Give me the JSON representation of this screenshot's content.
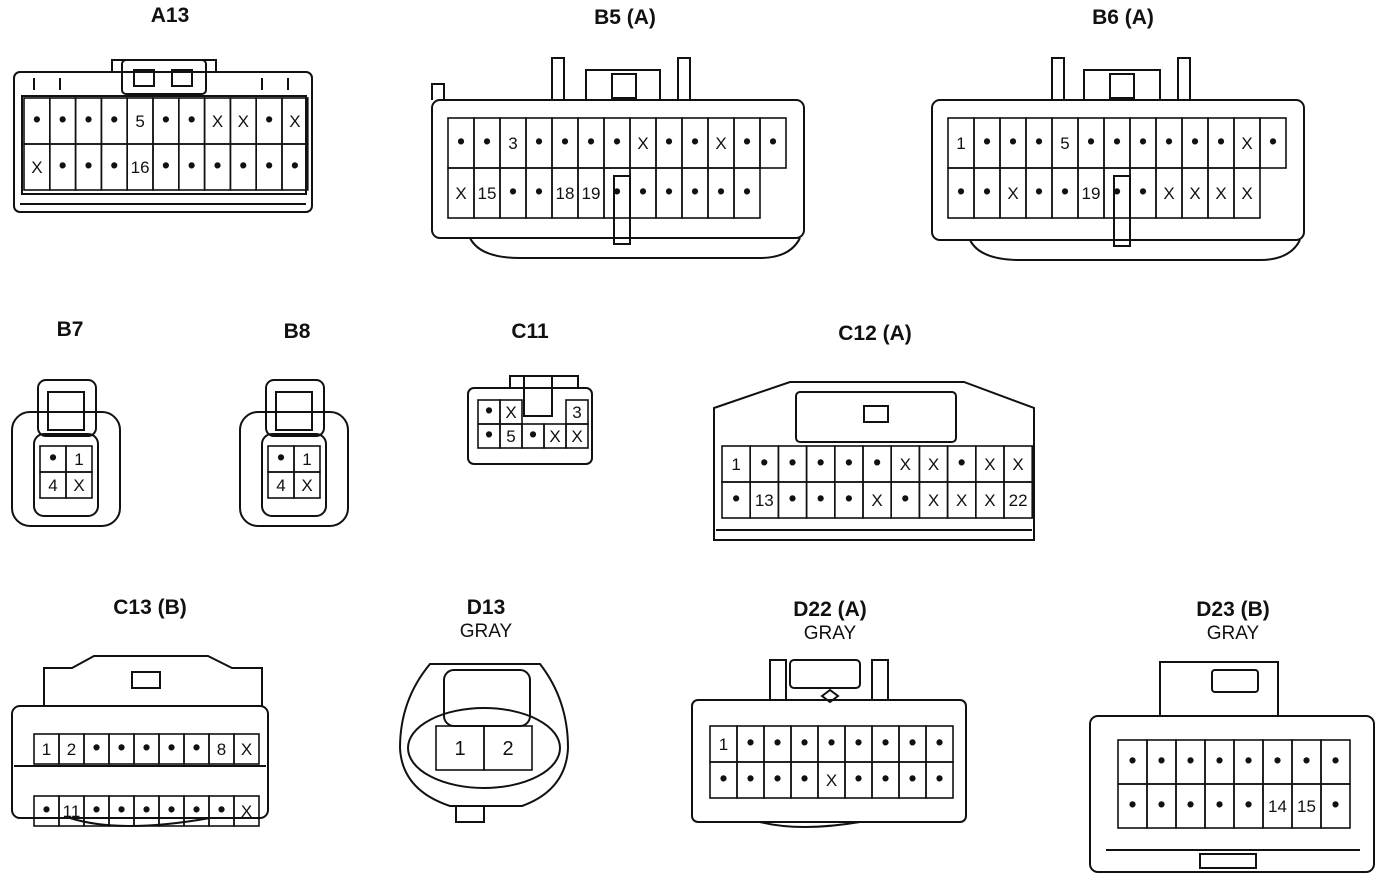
{
  "connectors": {
    "A13": {
      "label": "A13",
      "color": "",
      "rows": [
        [
          "•",
          "•",
          "•",
          "•",
          "5",
          "•",
          "•",
          "X",
          "X",
          "•",
          "X"
        ],
        [
          "X",
          "•",
          "•",
          "•",
          "16",
          "•",
          "•",
          "•",
          "•",
          "•",
          "•"
        ]
      ]
    },
    "B5": {
      "label": "B5 (A)",
      "color": "",
      "rows": [
        [
          "•",
          "•",
          "3",
          "•",
          "•",
          "•",
          "•",
          "X",
          "•",
          "•",
          "X",
          "•",
          "•"
        ],
        [
          "X",
          "15",
          "•",
          "•",
          "18",
          "19",
          "•",
          "•",
          "•",
          "•",
          "•",
          "•"
        ]
      ]
    },
    "B6": {
      "label": "B6 (A)",
      "color": "",
      "rows": [
        [
          "1",
          "•",
          "•",
          "•",
          "5",
          "•",
          "•",
          "•",
          "•",
          "•",
          "•",
          "X",
          "•"
        ],
        [
          "•",
          "•",
          "X",
          "•",
          "•",
          "19",
          "•",
          "•",
          "X",
          "X",
          "X",
          "X"
        ]
      ]
    },
    "B7": {
      "label": "B7",
      "color": "",
      "rows": [
        [
          "•",
          "1"
        ],
        [
          "4",
          "X"
        ]
      ]
    },
    "B8": {
      "label": "B8",
      "color": "",
      "rows": [
        [
          "•",
          "1"
        ],
        [
          "4",
          "X"
        ]
      ]
    },
    "C11": {
      "label": "C11",
      "color": "",
      "rows": [
        [
          "•",
          "X",
          "3"
        ],
        [
          "•",
          "5",
          "•",
          "X",
          "X"
        ]
      ]
    },
    "C12": {
      "label": "C12 (A)",
      "color": "",
      "rows": [
        [
          "1",
          "•",
          "•",
          "•",
          "•",
          "•",
          "X",
          "X",
          "•",
          "X",
          "X"
        ],
        [
          "•",
          "13",
          "•",
          "•",
          "•",
          "X",
          "•",
          "X",
          "X",
          "X",
          "22"
        ]
      ]
    },
    "C13": {
      "label": "C13 (B)",
      "color": "",
      "rows": [
        [
          "1",
          "2",
          "•",
          "•",
          "•",
          "•",
          "•",
          "8",
          "X"
        ],
        [
          "•",
          "11",
          "•",
          "•",
          "•",
          "•",
          "•",
          "•",
          "X"
        ]
      ]
    },
    "D13": {
      "label": "D13",
      "color": "GRAY",
      "rows": [
        [
          "1",
          "2"
        ]
      ]
    },
    "D22": {
      "label": "D22 (A)",
      "color": "GRAY",
      "rows": [
        [
          "1",
          "•",
          "•",
          "•",
          "•",
          "•",
          "•",
          "•",
          "•"
        ],
        [
          "•",
          "•",
          "•",
          "•",
          "X",
          "•",
          "•",
          "•",
          "•"
        ]
      ]
    },
    "D23": {
      "label": "D23 (B)",
      "color": "GRAY",
      "rows": [
        [
          "•",
          "•",
          "•",
          "•",
          "•",
          "•",
          "•",
          "•"
        ],
        [
          "•",
          "•",
          "•",
          "•",
          "•",
          "14",
          "15",
          "•"
        ]
      ]
    }
  }
}
